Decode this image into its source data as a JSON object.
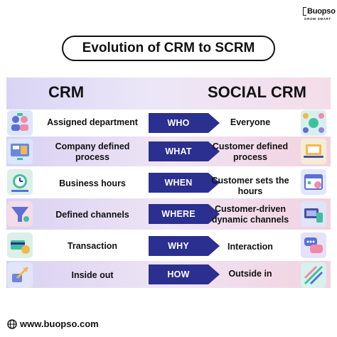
{
  "brand": {
    "name": "Buopso",
    "tagline": "GROW SMART"
  },
  "title": "Evolution of CRM to SCRM",
  "columns": {
    "left": "CRM",
    "right": "SOCIAL CRM"
  },
  "rows": [
    {
      "crm": "Assigned department",
      "question": "WHO",
      "scrm": "Everyone",
      "left_icon": "team-assignment-icon",
      "right_icon": "people-network-icon"
    },
    {
      "crm": "Company defined process",
      "question": "WHAT",
      "scrm": "Customer defined process",
      "left_icon": "process-dashboard-icon",
      "right_icon": "laptop-process-icon"
    },
    {
      "crm": "Business hours",
      "question": "WHEN",
      "scrm": "Customer sets the hours",
      "left_icon": "schedule-clock-icon",
      "right_icon": "customer-calendar-icon"
    },
    {
      "crm": "Defined channels",
      "question": "WHERE",
      "scrm": "Customer-driven dynamic channels",
      "left_icon": "channel-funnel-icon",
      "right_icon": "dynamic-channels-icon"
    },
    {
      "crm": "Transaction",
      "question": "WHY",
      "scrm": "Interaction",
      "left_icon": "transaction-card-icon",
      "right_icon": "interaction-chat-icon"
    },
    {
      "crm": "Inside out",
      "question": "HOW",
      "scrm": "Outside in",
      "left_icon": "inside-out-arrow-icon",
      "right_icon": "outside-in-arrows-icon"
    }
  ],
  "footer": {
    "website": "www.buopso.com",
    "icon": "globe-icon"
  },
  "colors": {
    "arrow": "#2b2f8f",
    "band_left": "#d8d2f3",
    "band_right": "#f3d2df",
    "text": "#111111"
  }
}
